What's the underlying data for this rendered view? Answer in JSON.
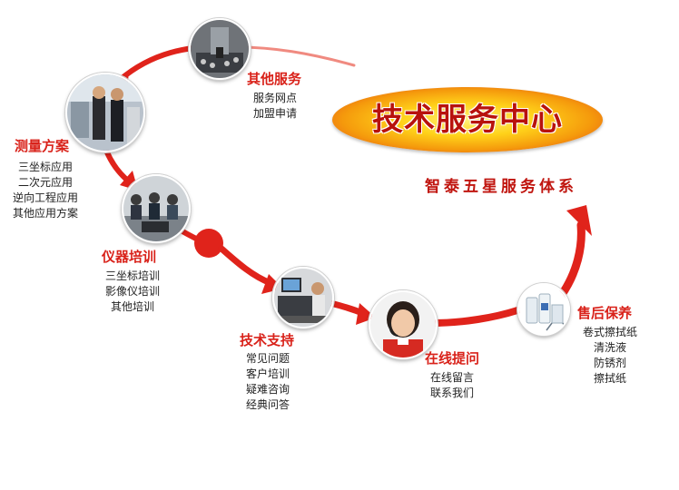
{
  "center": {
    "title": "技术服务中心",
    "subtitle": "智泰五星服务体系"
  },
  "colors": {
    "accent_red": "#d9221a",
    "arrow_red": "#e0231b",
    "oval_gold": "#ffd21a"
  },
  "nodes": [
    {
      "key": "other-services",
      "title": "其他服务",
      "items": [
        "服务网点",
        "加盟申请"
      ],
      "photo": "machine-photo"
    },
    {
      "key": "measurement",
      "title": "测量方案",
      "items": [
        "三坐标应用",
        "二次元应用",
        "逆向工程应用",
        "其他应用方案"
      ],
      "photo": "exhibition-photo"
    },
    {
      "key": "training",
      "title": "仪器培训",
      "items": [
        "三坐标培训",
        "影像仪培训",
        "其他培训"
      ],
      "photo": "classroom-photo"
    },
    {
      "key": "tech-support",
      "title": "技术支持",
      "items": [
        "常见问题",
        "客户培训",
        "疑难咨询",
        "经典问答"
      ],
      "photo": "workstation-photo"
    },
    {
      "key": "online-q",
      "title": "在线提问",
      "items": [
        "在线留言",
        "联系我们"
      ],
      "photo": "operator-photo"
    },
    {
      "key": "after-sales",
      "title": "售后保养",
      "items": [
        "卷式擦拭纸",
        "清洗液",
        "防锈剂",
        "擦拭纸"
      ],
      "photo": "products-photo"
    }
  ]
}
